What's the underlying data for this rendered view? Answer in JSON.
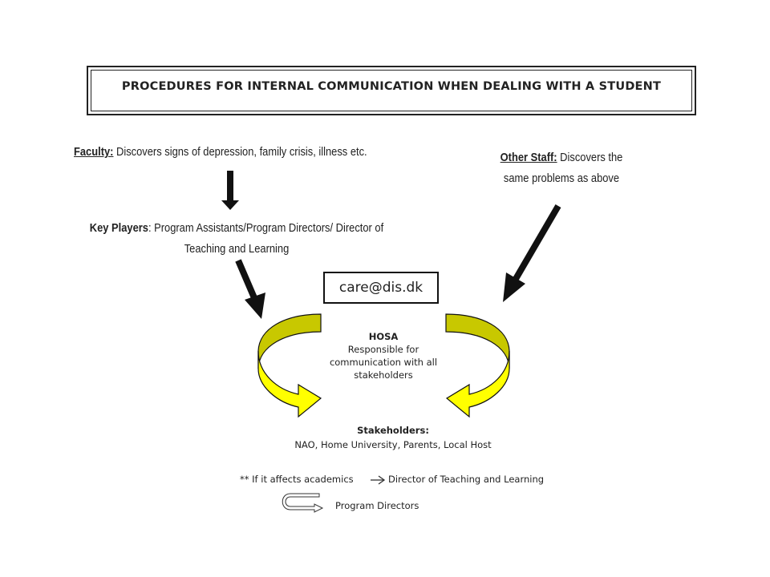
{
  "title": "PROCEDURES FOR INTERNAL COMMUNICATION  WHEN DEALING WITH A STUDENT",
  "faculty": {
    "label": "Faculty:",
    "text": " Discovers signs of depression, family crisis, illness etc."
  },
  "other_staff": {
    "label": "Other Staff:",
    "text_line1": " Discovers the",
    "text_line2": "same problems as above"
  },
  "key_players": {
    "label": "Key Players",
    "text_line1": ": Program Assistants/Program Directors/ Director of",
    "text_line2": "Teaching and Learning"
  },
  "email": "care@dis.dk",
  "hosa": {
    "title": "HOSA",
    "line1": "Responsible for",
    "line2": "communication with all",
    "line3": "stakeholders"
  },
  "stakeholders": {
    "title": "Stakeholders:",
    "list": "NAO, Home University, Parents, Local Host"
  },
  "footnote": {
    "prefix": "** If it affects academics",
    "target": "Director of Teaching and Learning",
    "program": "Program Directors"
  },
  "colors": {
    "curved_arrow_fill": "#ffff00",
    "curved_arrow_side": "#c8c800",
    "ink": "#111111"
  }
}
